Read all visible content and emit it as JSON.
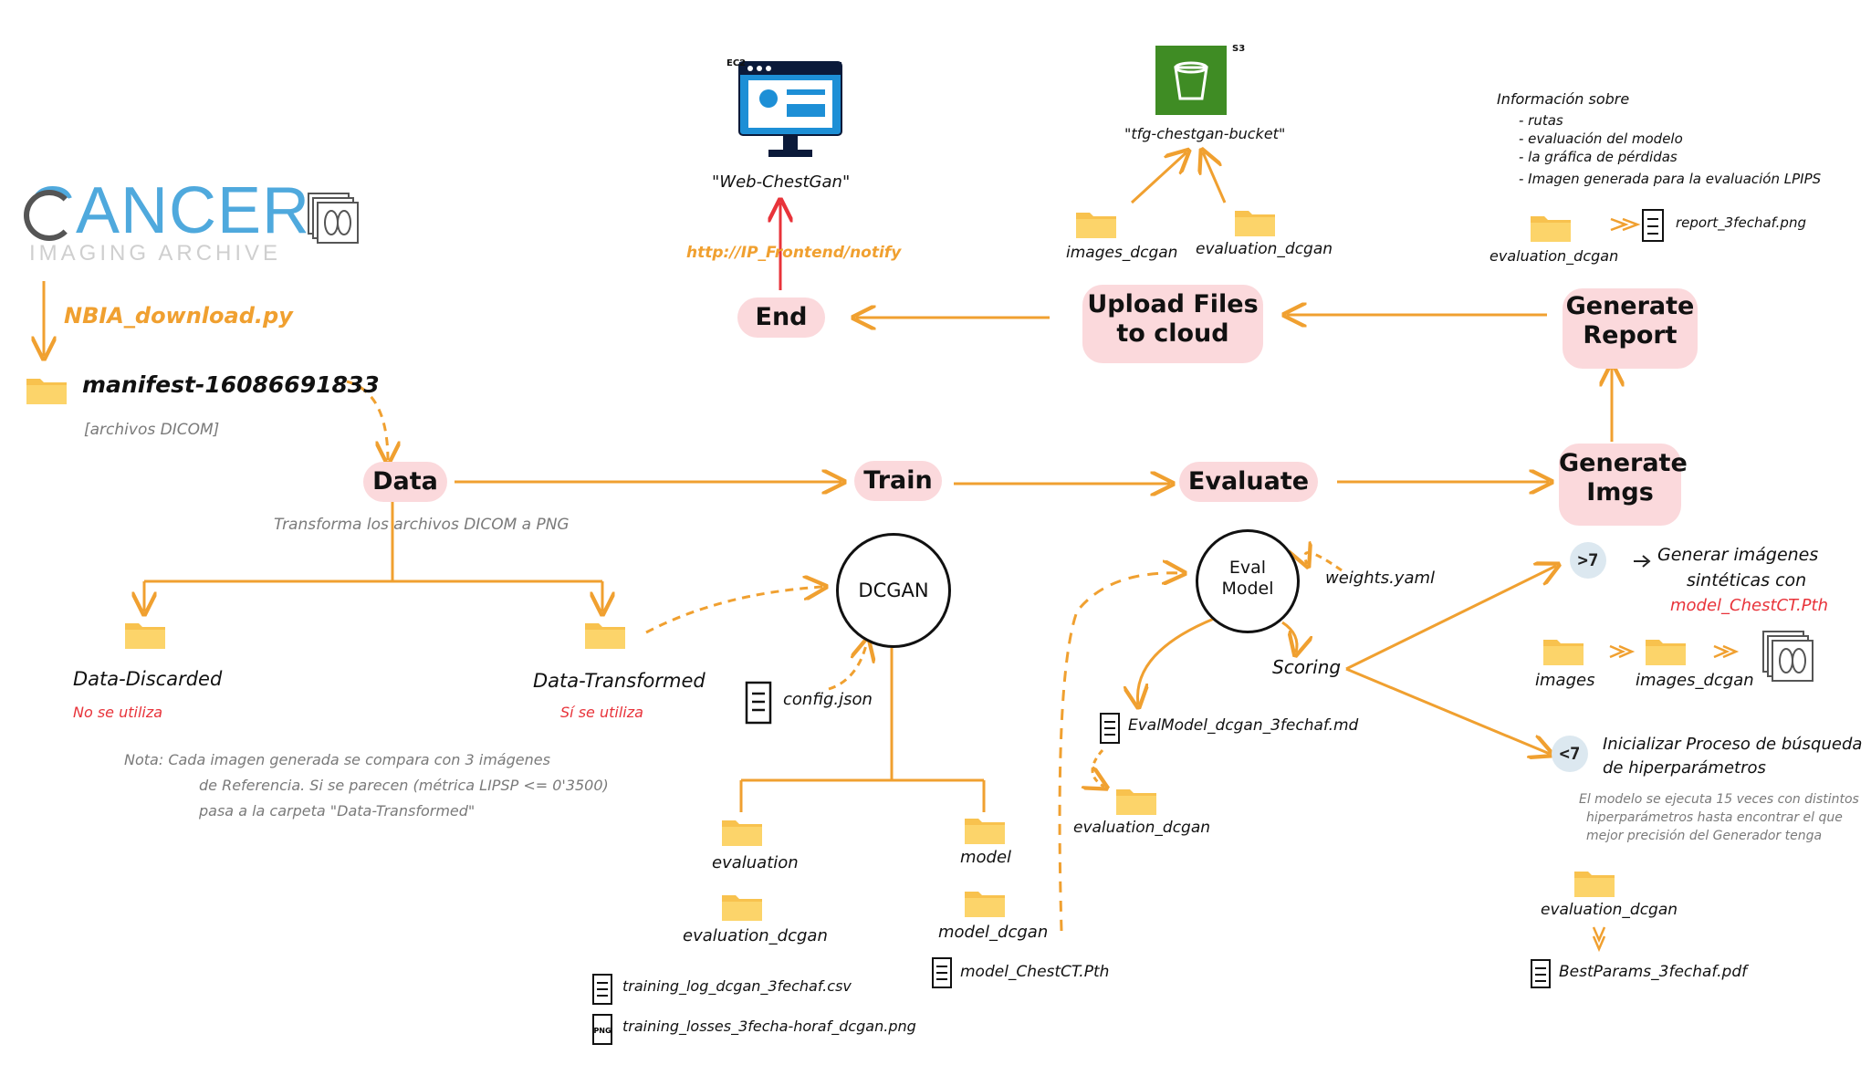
{
  "logo": {
    "title": "CANCER",
    "subtitle": "IMAGING ARCHIVE"
  },
  "ingest": {
    "script": "NBIA_download.py",
    "manifest": "manifest-16086691833",
    "manifest_note": "[archivos DICOM]"
  },
  "nodes": {
    "data": "Data",
    "train": "Train",
    "evaluate": "Evaluate",
    "generate_imgs_1": "Generate",
    "generate_imgs_2": "Imgs",
    "generate_report_1": "Generate",
    "generate_report_2": "Report",
    "upload_1": "Upload Files",
    "upload_2": "to cloud",
    "end": "End"
  },
  "data_section": {
    "caption": "Transforma los archivos DICOM a PNG",
    "discarded": "Data-Discarded",
    "discarded_note": "No se utiliza",
    "transformed": "Data-Transformed",
    "transformed_note": "Sí se utiliza",
    "nota_1": "Nota: Cada imagen generada se compara con 3 imágenes",
    "nota_2": "de Referencia. Si se parecen (métrica LIPSP <= 0'3500)",
    "nota_3": "pasa a la carpeta \"Data-Transformed\""
  },
  "train_section": {
    "dcgan": "DCGAN",
    "config": "config.json",
    "evaluation": "evaluation",
    "evaluation_dcgan": "evaluation_dcgan",
    "model": "model",
    "model_dcgan": "model_dcgan",
    "training_log": "training_log_dcgan_3fechaf.csv",
    "training_losses": "training_losses_3fecha-horaf_dcgan.png",
    "model_file": "model_ChestCT.Pth"
  },
  "evaluate_section": {
    "eval_model_1": "Eval",
    "eval_model_2": "Model",
    "weights": "weights.yaml",
    "scoring": "Scoring",
    "eval_md": "EvalModel_dcgan_3fechaf.md",
    "eval_folder": "evaluation_dcgan"
  },
  "generate_section": {
    "gt_badge": ">7",
    "gt_text_1": "Generar imágenes",
    "gt_text_2": "sintéticas con",
    "gt_model": "model_ChestCT.Pth",
    "images": "images",
    "images_dcgan": "images_dcgan",
    "lt_badge": "<7",
    "lt_text_1": "Inicializar Proceso de búsqueda",
    "lt_text_2": "de hiperparámetros",
    "lt_note_1": "El modelo se ejecuta 15 veces con distintos",
    "lt_note_2": "hiperparámetros hasta encontrar el que",
    "lt_note_3": "mejor precisión del Generador tenga",
    "best_folder": "evaluation_dcgan",
    "best_params": "BestParams_3fechaf.pdf"
  },
  "report_section": {
    "info_title": "Información sobre",
    "info_items": [
      "- rutas",
      "- evaluación del modelo",
      "- la gráfica de pérdidas",
      "- Imagen generada para la evaluación LPIPS"
    ],
    "folder": "evaluation_dcgan",
    "report_file": "report_3fechaf.png"
  },
  "cloud_section": {
    "s3_label": "S3",
    "bucket": "\"tfg-chestgan-bucket\"",
    "images_folder": "images_dcgan",
    "eval_folder": "evaluation_dcgan"
  },
  "end_section": {
    "ec2_label": "EC2",
    "web": "\"Web-ChestGan\"",
    "url": "http://IP_Frontend/notify"
  },
  "colors": {
    "arrow": "#f0a030",
    "node_fill": "#fbd9dc",
    "folder": "#f8c24e",
    "accent_red": "#e8333a",
    "s3_green": "#3f8c24",
    "ec2_blue": "#1d8fd6",
    "logo_blue": "#4fa9dd"
  }
}
